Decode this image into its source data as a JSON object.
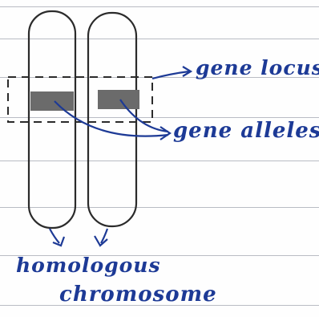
{
  "labels": {
    "gene_locus": "gene locus",
    "gene_alleles": "gene alleles",
    "homologous_line1": "homologous",
    "homologous_line2": "chromosome"
  },
  "colors": {
    "ink": "#1d3a96",
    "pencil": "#2b2b2b",
    "band": "#6b6b6b",
    "rule": "#b9bcc4",
    "paper": "#fefefe"
  }
}
